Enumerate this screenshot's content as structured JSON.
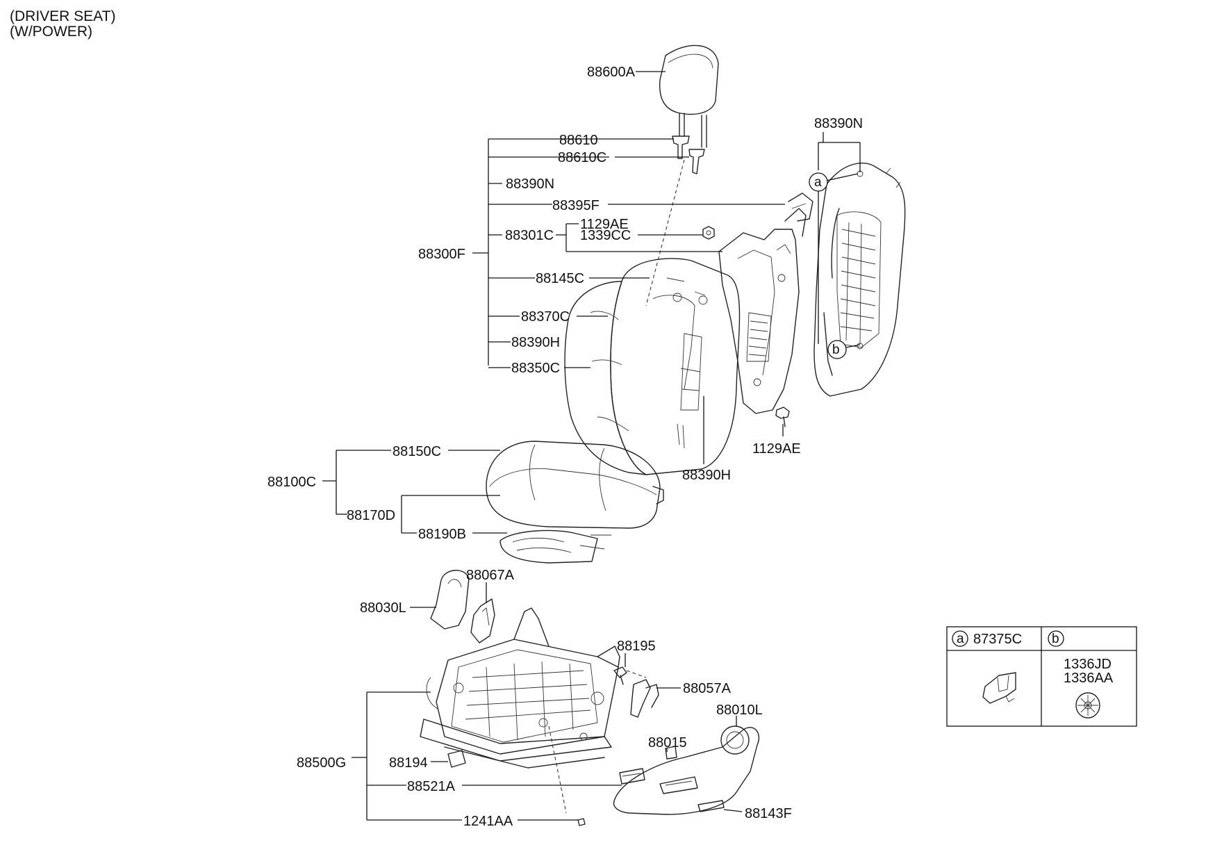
{
  "header": {
    "line1": "(DRIVER SEAT)",
    "line2": "(W/POWER)"
  },
  "labels": {
    "headrest": "88600A",
    "guide": "88610",
    "guide_c": "88610C",
    "back_frame_n": "88390N",
    "back_frame_n_right": "88390N",
    "cover_f": "88395F",
    "bolt_1129": "1129AE",
    "nut_1339": "1339CC",
    "recliner_c": "88301C",
    "back_assy": "88300F",
    "pad_back": "88145C",
    "cover_back": "88370C",
    "frame_h_left": "88390H",
    "cover_350c": "88350C",
    "frame_h_bottom": "88390H",
    "bolt_1129_bottom": "1129AE",
    "cushion_assy": "88100C",
    "cushion_cover": "88150C",
    "cushion_pad": "88170D",
    "cushion_spring": "88190B",
    "shield_l": "88030L",
    "bracket_67a": "88067A",
    "screw_195": "88195",
    "bracket_57a": "88057A",
    "shield_10l": "88010L",
    "knob_015": "88015",
    "track_assy": "88500G",
    "sensor_194": "88194",
    "switch_521a": "88521A",
    "bolt_1241": "1241AA",
    "knob_143f": "88143F"
  },
  "legend": {
    "a": {
      "letter": "a",
      "part": "87375C"
    },
    "b": {
      "letter": "b",
      "part1": "1336JD",
      "part2": "1336AA"
    }
  },
  "callouts": {
    "a": "a",
    "b": "b"
  }
}
